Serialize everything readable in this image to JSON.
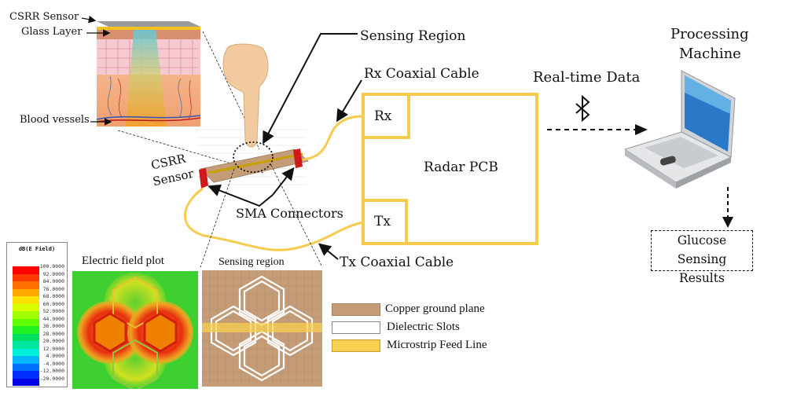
{
  "skin_inset": {
    "labels": {
      "csrr_sensor": "CSRR Sensor",
      "glass_layer": "Glass Layer",
      "blood_vessels": "Blood vessels"
    }
  },
  "sensor_assembly": {
    "csrr_sensor_label_line1": "CSRR",
    "csrr_sensor_label_line2": "Sensor",
    "sensing_region_label": "Sensing Region",
    "rx_cable_label": "Rx Coaxial Cable",
    "tx_cable_label": "Tx Coaxial Cable",
    "sma_label": "SMA Connectors"
  },
  "radar_pcb": {
    "title": "Radar PCB",
    "rx_port": "Rx",
    "tx_port": "Tx",
    "border_color": "#f7cc4e"
  },
  "link": {
    "label": "Real-time Data",
    "icon": "bluetooth-icon"
  },
  "processing": {
    "title_line1": "Processing",
    "title_line2": "Machine",
    "icon": "laptop-icon",
    "result_line1": "Glucose Sensing",
    "result_line2": "Results"
  },
  "field_plot": {
    "title": "Electric field plot",
    "colorbar_title": "dB(E Field)",
    "colorbar_values": [
      "100.0000",
      "92.0000",
      "84.0000",
      "76.0000",
      "68.0000",
      "60.0000",
      "52.0000",
      "44.0000",
      "36.0000",
      "28.0000",
      "20.0000",
      "12.0000",
      "4.0000",
      "-4.0000",
      "-12.0000",
      "-20.0000"
    ],
    "colorbar_colors": [
      "#ff0000",
      "#ff3a00",
      "#ff7000",
      "#ffa800",
      "#ffe000",
      "#d8ff00",
      "#a0ff00",
      "#60ff00",
      "#20f020",
      "#00e060",
      "#00e8a0",
      "#00f0e0",
      "#00b8ff",
      "#0070ff",
      "#0030ff",
      "#0000e8"
    ]
  },
  "sensing_region": {
    "title": "Sensing region"
  },
  "material_key": {
    "items": [
      {
        "label": "Copper ground plane",
        "color": "#c49c78"
      },
      {
        "label": "Dielectric Slots",
        "color": "#ffffff"
      },
      {
        "label": "Microstrip Feed Line",
        "color": "#f8d050"
      }
    ]
  }
}
